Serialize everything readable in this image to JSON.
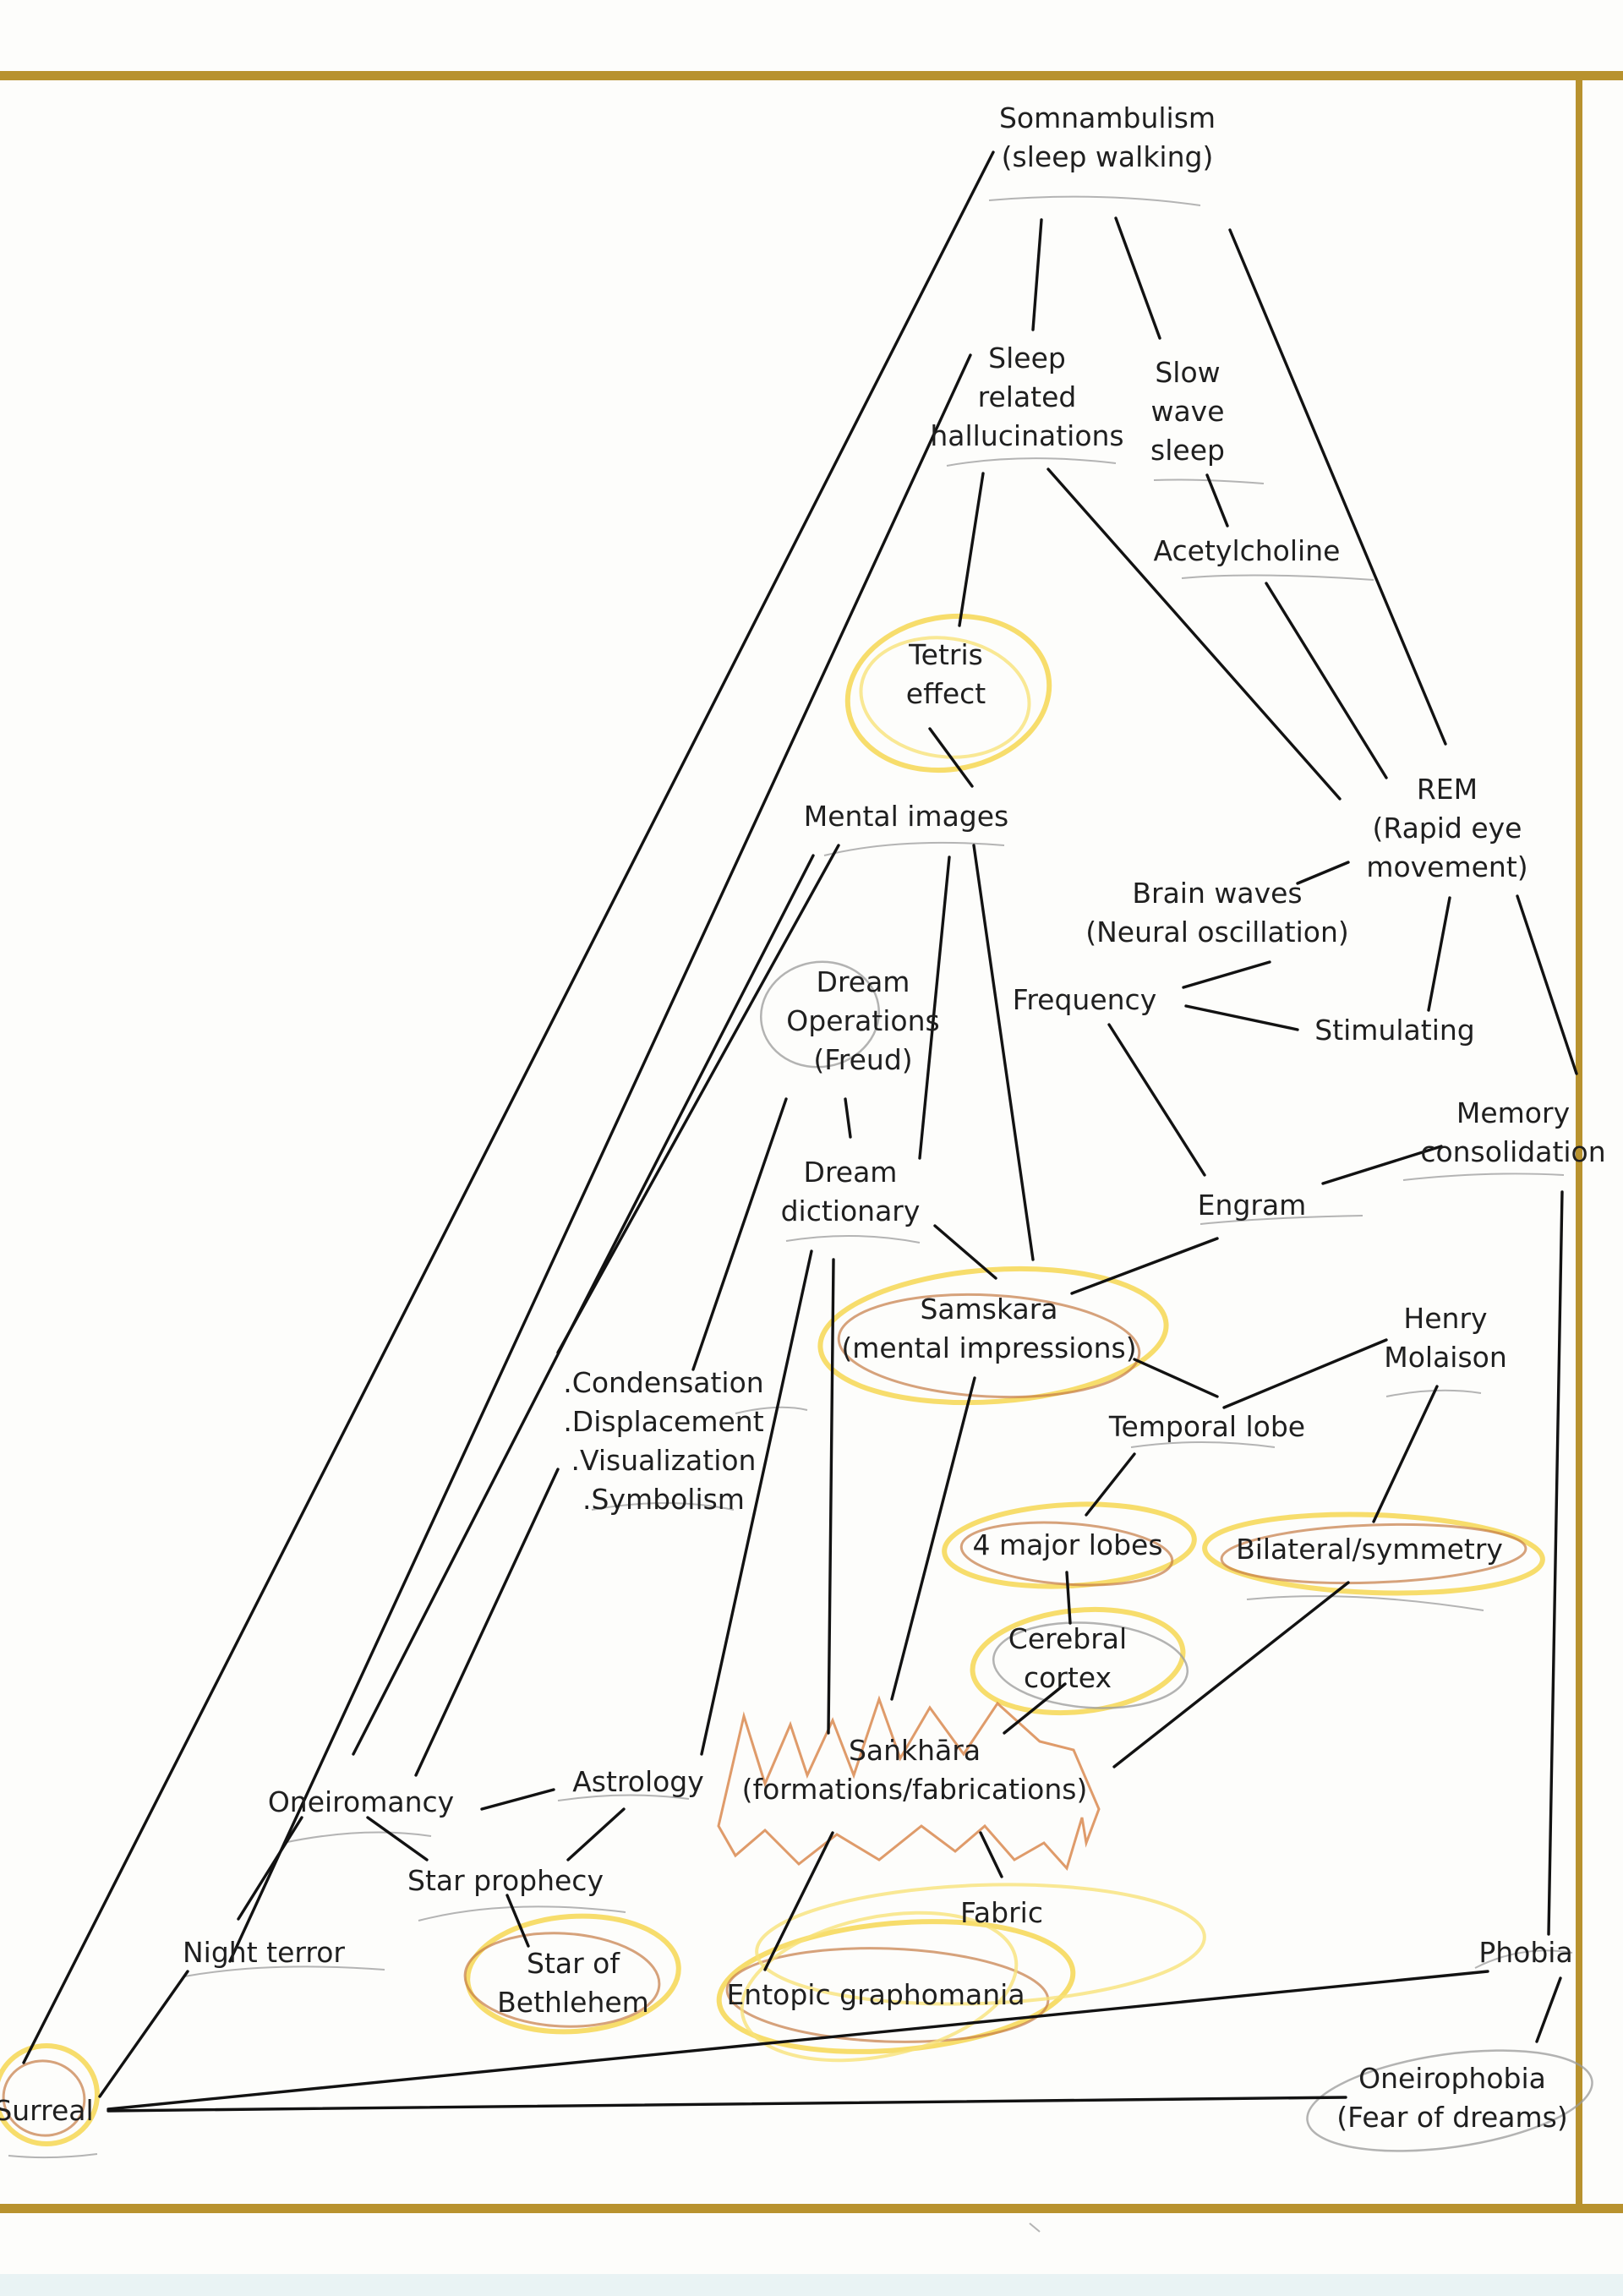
{
  "colors": {
    "frame": "#b8922e",
    "highlight_yellow": "#f4d23c",
    "highlight_brown": "#c57a45",
    "ink": "#121212"
  },
  "nodes": [
    {
      "id": "somnambulism",
      "lines": [
        "Somnambulism",
        "(sleep walking)"
      ]
    },
    {
      "id": "sleep-related-hallucinations",
      "lines": [
        "Sleep",
        "related",
        "hallucinations"
      ]
    },
    {
      "id": "slow-wave-sleep",
      "lines": [
        "Slow",
        "wave",
        "sleep"
      ]
    },
    {
      "id": "acetylcholine",
      "lines": [
        "Acetylcholine"
      ]
    },
    {
      "id": "tetris-effect",
      "lines": [
        "Tetris",
        "effect"
      ]
    },
    {
      "id": "rem",
      "lines": [
        "REM",
        "(Rapid eye",
        "movement)"
      ]
    },
    {
      "id": "mental-images",
      "lines": [
        "Mental images"
      ]
    },
    {
      "id": "brain-waves",
      "lines": [
        "Brain waves",
        "(Neural oscillation)"
      ]
    },
    {
      "id": "dream-operations",
      "lines": [
        "Dream",
        "Operations",
        "(Freud)"
      ]
    },
    {
      "id": "frequency",
      "lines": [
        "Frequency"
      ]
    },
    {
      "id": "stimulating",
      "lines": [
        "Stimulating"
      ]
    },
    {
      "id": "memory-consolidation",
      "lines": [
        "Memory",
        "consolidation"
      ]
    },
    {
      "id": "dream-dictionary",
      "lines": [
        "Dream",
        "dictionary"
      ]
    },
    {
      "id": "engram",
      "lines": [
        "Engram"
      ]
    },
    {
      "id": "samskara",
      "lines": [
        "Samskara",
        "(mental impressions)"
      ]
    },
    {
      "id": "henry-molaison",
      "lines": [
        "Henry",
        "Molaison"
      ]
    },
    {
      "id": "condensation-list",
      "lines": [
        ".Condensation",
        ".Displacement",
        ".Visualization",
        ".Symbolism"
      ]
    },
    {
      "id": "temporal-lobe",
      "lines": [
        "Temporal lobe"
      ]
    },
    {
      "id": "four-major-lobes",
      "lines": [
        "4 major lobes"
      ]
    },
    {
      "id": "bilateral-symmetry",
      "lines": [
        "Bilateral/symmetry"
      ]
    },
    {
      "id": "cerebral-cortex",
      "lines": [
        "Cerebral",
        "cortex"
      ]
    },
    {
      "id": "sankhara",
      "lines": [
        "Saṅkhāra",
        "(formations/fabrications)"
      ]
    },
    {
      "id": "oneiromancy",
      "lines": [
        "Oneiromancy"
      ]
    },
    {
      "id": "astrology",
      "lines": [
        "Astrology"
      ]
    },
    {
      "id": "star-prophecy",
      "lines": [
        "Star prophecy"
      ]
    },
    {
      "id": "fabric",
      "lines": [
        "Fabric"
      ]
    },
    {
      "id": "night-terror",
      "lines": [
        "Night terror"
      ]
    },
    {
      "id": "star-of-bethlehem",
      "lines": [
        "Star of",
        "Bethlehem"
      ]
    },
    {
      "id": "entopic-graphomania",
      "lines": [
        "Entopic graphomania"
      ]
    },
    {
      "id": "phobia",
      "lines": [
        "Phobia"
      ]
    },
    {
      "id": "surreal",
      "lines": [
        "Surreal"
      ]
    },
    {
      "id": "oneirophobia",
      "lines": [
        "Oneirophobia",
        "(Fear of dreams)"
      ]
    }
  ],
  "edges": [
    [
      "somnambulism",
      "sleep-related-hallucinations"
    ],
    [
      "somnambulism",
      "slow-wave-sleep"
    ],
    [
      "somnambulism",
      "rem"
    ],
    [
      "somnambulism",
      "surreal"
    ],
    [
      "sleep-related-hallucinations",
      "tetris-effect"
    ],
    [
      "sleep-related-hallucinations",
      "rem"
    ],
    [
      "sleep-related-hallucinations",
      "night-terror"
    ],
    [
      "slow-wave-sleep",
      "acetylcholine"
    ],
    [
      "acetylcholine",
      "rem"
    ],
    [
      "tetris-effect",
      "mental-images"
    ],
    [
      "rem",
      "brain-waves"
    ],
    [
      "rem",
      "stimulating"
    ],
    [
      "rem",
      "memory-consolidation"
    ],
    [
      "brain-waves",
      "frequency"
    ],
    [
      "frequency",
      "stimulating"
    ],
    [
      "frequency",
      "engram"
    ],
    [
      "memory-consolidation",
      "engram"
    ],
    [
      "memory-consolidation",
      "phobia"
    ],
    [
      "mental-images",
      "dream-dictionary"
    ],
    [
      "mental-images",
      "samskara"
    ],
    [
      "mental-images",
      "oneiromancy"
    ],
    [
      "mental-images",
      "condensation-list"
    ],
    [
      "dream-operations",
      "dream-dictionary"
    ],
    [
      "dream-operations",
      "condensation-list"
    ],
    [
      "dream-dictionary",
      "samskara"
    ],
    [
      "dream-dictionary",
      "sankhara"
    ],
    [
      "dream-dictionary",
      "astrology"
    ],
    [
      "engram",
      "samskara"
    ],
    [
      "samskara",
      "temporal-lobe"
    ],
    [
      "samskara",
      "sankhara"
    ],
    [
      "henry-molaison",
      "temporal-lobe"
    ],
    [
      "henry-molaison",
      "bilateral-symmetry"
    ],
    [
      "condensation-list",
      "oneiromancy"
    ],
    [
      "temporal-lobe",
      "four-major-lobes"
    ],
    [
      "four-major-lobes",
      "cerebral-cortex"
    ],
    [
      "cerebral-cortex",
      "sankhara"
    ],
    [
      "bilateral-symmetry",
      "sankhara"
    ],
    [
      "sankhara",
      "fabric"
    ],
    [
      "sankhara",
      "entopic-graphomania"
    ],
    [
      "oneiromancy",
      "astrology"
    ],
    [
      "oneiromancy",
      "star-prophecy"
    ],
    [
      "oneiromancy",
      "night-terror"
    ],
    [
      "astrology",
      "star-prophecy"
    ],
    [
      "star-prophecy",
      "star-of-bethlehem"
    ],
    [
      "phobia",
      "surreal"
    ],
    [
      "phobia",
      "oneirophobia"
    ],
    [
      "night-terror",
      "surreal"
    ],
    [
      "surreal",
      "oneirophobia"
    ]
  ]
}
